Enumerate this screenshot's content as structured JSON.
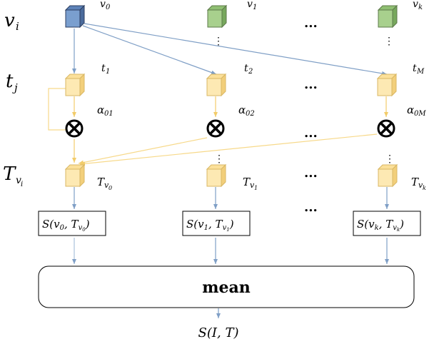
{
  "rows": {
    "v": {
      "base": "v",
      "sub": "i"
    },
    "t": {
      "base": "t",
      "sub": "j"
    },
    "T": {
      "base": "T",
      "sub": "v",
      "subsub": "i"
    }
  },
  "image_labels": [
    {
      "base": "v",
      "sub": "0"
    },
    {
      "base": "v",
      "sub": "1"
    },
    {
      "base": "v",
      "sub": "k"
    }
  ],
  "text_labels": [
    {
      "base": "t",
      "sub": "1"
    },
    {
      "base": "t",
      "sub": "2"
    },
    {
      "base": "t",
      "sub": "M"
    }
  ],
  "alpha_labels": [
    {
      "base": "α",
      "sub": "01"
    },
    {
      "base": "α",
      "sub": "02"
    },
    {
      "base": "α",
      "sub": "0M"
    }
  ],
  "T_labels": [
    {
      "base": "T",
      "sub": "v",
      "subsub": "0"
    },
    {
      "base": "T",
      "sub": "v",
      "subsub": "1"
    },
    {
      "base": "T",
      "sub": "v",
      "subsub": "k"
    }
  ],
  "score_boxes": [
    {
      "open": "S(",
      "arg": "v",
      "arg_sub": "0",
      "mid": ", ",
      "T": "T",
      "T_sub": "v",
      "T_subsub": "0",
      "close": ")"
    },
    {
      "open": "S(",
      "arg": "v",
      "arg_sub": "1",
      "mid": ", ",
      "T": "T",
      "T_sub": "v",
      "T_subsub": "1",
      "close": ")"
    },
    {
      "open": "S(",
      "arg": "v",
      "arg_sub": "k",
      "mid": ", ",
      "T": "T",
      "T_sub": "v",
      "T_subsub": "k",
      "close": ")"
    }
  ],
  "ellipsis": "...",
  "vdots": "⋮",
  "mean_label": "mean",
  "output": {
    "text": "S(I, T)"
  },
  "colors": {
    "cube_blue": "#7a9fcf",
    "cube_green": "#a8d08d",
    "cube_yellow": "#fde9b3",
    "arrow_blue": "#7f9fc6",
    "arrow_yellow": "#f7d98a"
  }
}
